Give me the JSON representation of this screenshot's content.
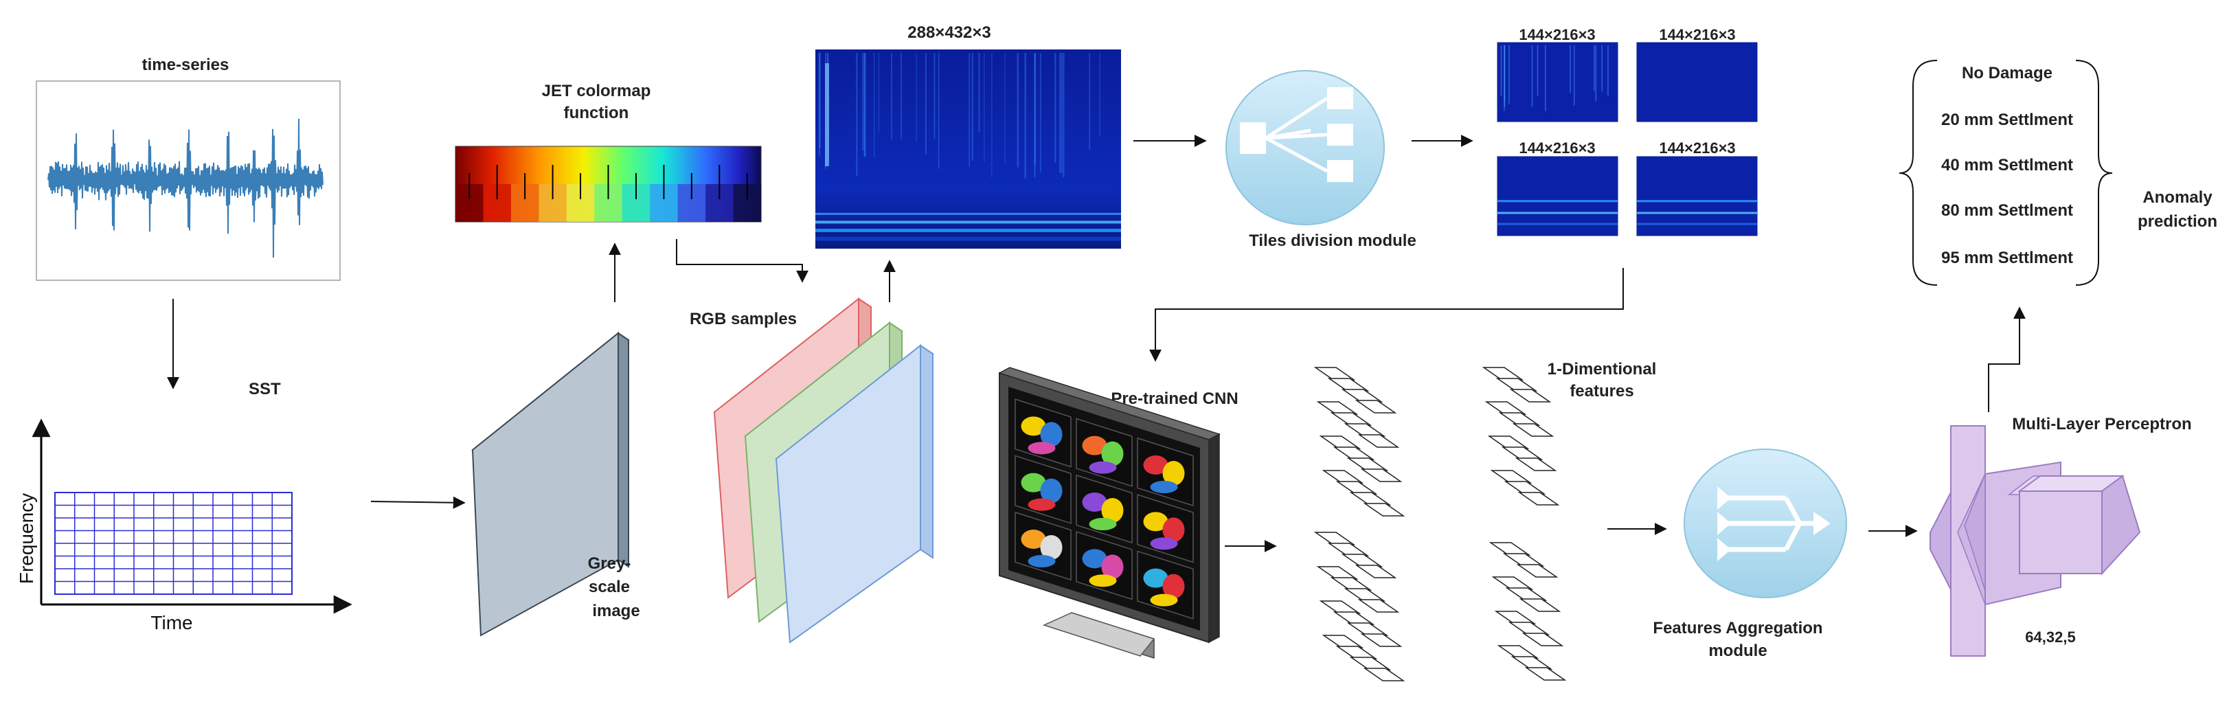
{
  "labels": {
    "time_series": "time-series",
    "sst": "SST",
    "frequency": "Frequency",
    "time": "Time",
    "jet_line1": "JET colormap",
    "jet_line2": "function",
    "grey_line1": "Grey-",
    "grey_line2": "scale",
    "grey_line3": "image",
    "rgb_samples": "RGB samples",
    "spectrogram_dims": "288×432×3",
    "tiles_module": "Tiles division module",
    "tile_dims": [
      "144×216×3",
      "144×216×3",
      "144×216×3",
      "144×216×3"
    ],
    "pretrained_cnn": "Pre-trained CNN",
    "one_dim_line1": "1-Dimentional",
    "one_dim_line2": "features",
    "features_agg_line1": "Features Aggregation",
    "features_agg_line2": "module",
    "mlp": "Multi-Layer Perceptron",
    "mlp_dims": "64,32,5",
    "anomaly_line1": "Anomaly",
    "anomaly_line2": "prediction"
  },
  "classes": [
    "No Damage",
    "20 mm Settlment",
    "40 mm Settlment",
    "80 mm Settlment",
    "95 mm Settlment"
  ],
  "colors": {
    "signal": "#3a7fb8",
    "grid": "#2b2bd6",
    "grey_slab": "#b9c6d1",
    "red_slab": "#f6caca",
    "green_slab": "#cfe6c6",
    "blue_slab": "#cfe0f6",
    "module_circle": "#b9dff0",
    "mlp": "#dcc8ec",
    "spectrogram_bg": "#0b1f8c"
  }
}
